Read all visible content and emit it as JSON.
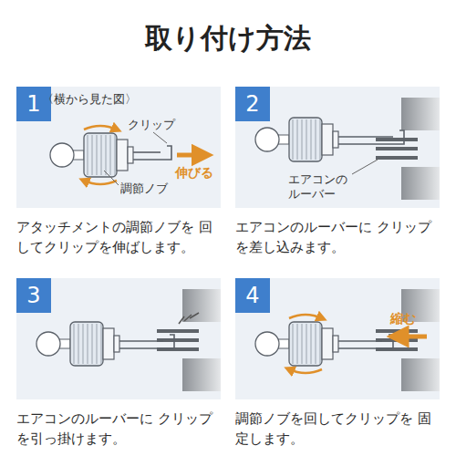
{
  "diagram": {
    "title": "取り付け方法",
    "nodes": [
      {
        "text": [
          "アタッチメントの調節ノブを 回してクリップを伸ばします。"
        ]
      },
      {
        "text": [
          "1"
        ],
        "in": 0
      },
      {
        "text": [
          "エアコンのルーバーに クリップを差し込みます。"
        ]
      },
      {
        "text": [
          "2"
        ],
        "in": 2
      },
      {
        "text": [
          "エアコンのルーバーに クリップを引っ掛けます。"
        ]
      },
      {
        "text": [
          "3"
        ],
        "in": 4
      },
      {
        "text": [
          "調節ノブを回してクリップを 固定します。"
        ]
      },
      {
        "text": [
          "4"
        ],
        "in": 6
      }
    ],
    "labels": [
      "〈横から見た図〉",
      "クリップ",
      "伸びる",
      "調節ノブ",
      "エアコンの ルーバー",
      "縮む"
    ]
  }
}
